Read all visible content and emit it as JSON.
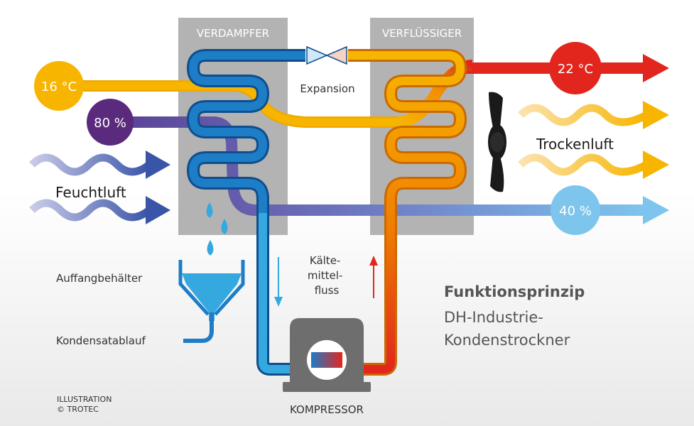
{
  "components": {
    "evaporator": "VERDAMPFER",
    "condenser": "VERFLÜSSIGER",
    "expansion": "Expansion",
    "compressor": "KOMPRESSOR"
  },
  "badges": {
    "inlet_temp": "16 °C",
    "inlet_humidity": "80 %",
    "outlet_temp": "22 °C",
    "outlet_humidity": "40 %"
  },
  "air": {
    "humid_air": "Feuchtluft",
    "dry_air": "Trockenluft"
  },
  "labels": {
    "collector": "Auffangbehälter",
    "drain": "Kondensatablauf",
    "refrigerant_flow_lines": [
      "Kälte-",
      "mittel-",
      "fluss"
    ]
  },
  "title": {
    "heading": "Funktionsprinzip",
    "subtitle_lines": [
      "DH-Industrie-",
      "Kondenstrockner"
    ]
  },
  "credit": {
    "lines": [
      "ILLUSTRATION",
      "© TROTEC"
    ]
  },
  "colors": {
    "panel_gray": "#b3b3b3",
    "cold_blue": "#1d7dc7",
    "light_blue": "#35a8e0",
    "warm_yellow": "#f7b500",
    "hot_orange": "#f07d00",
    "hot_red": "#e2261d",
    "purple": "#6b3c8c",
    "sky_badge": "#7ec5ee",
    "text_gray": "#555555"
  }
}
